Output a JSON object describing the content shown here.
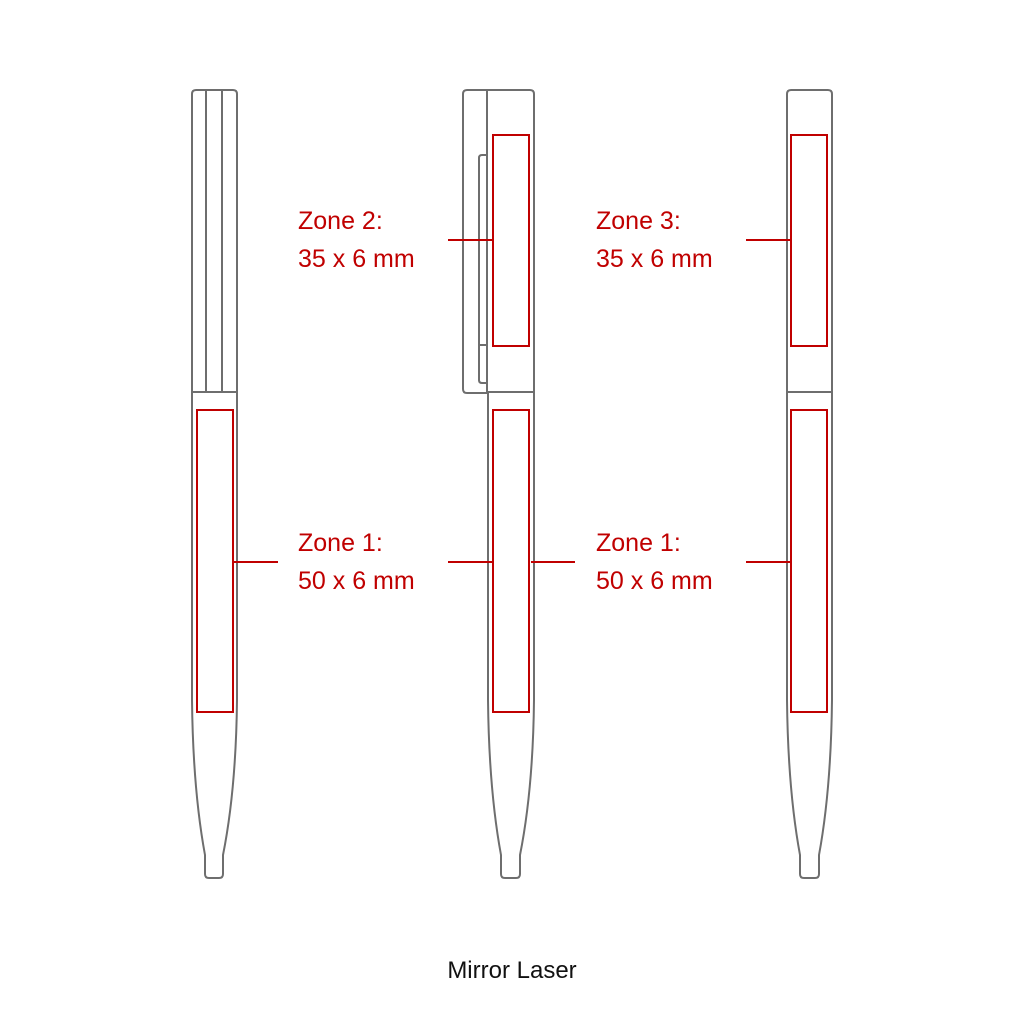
{
  "colors": {
    "outline": "#6e6e6e",
    "zone": "#c00000",
    "caption": "#111111"
  },
  "labels": {
    "zone2": {
      "title": "Zone 2:",
      "size": "35 x 6 mm"
    },
    "zone3": {
      "title": "Zone 3:",
      "size": "35 x 6 mm"
    },
    "zone1_left": {
      "title": "Zone 1:",
      "size": "50 x 6 mm"
    },
    "zone1_right": {
      "title": "Zone 1:",
      "size": "50 x 6 mm"
    }
  },
  "caption": "Mirror Laser"
}
